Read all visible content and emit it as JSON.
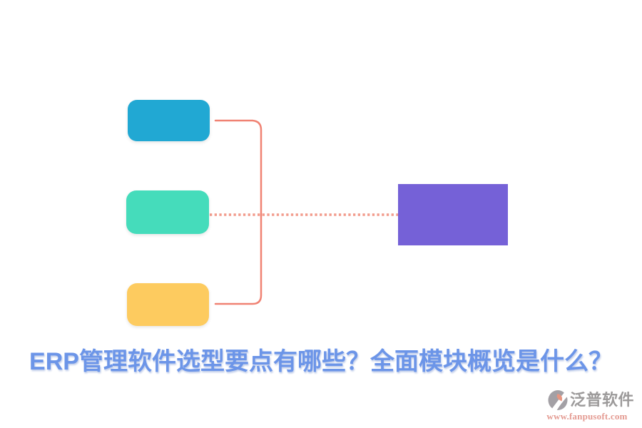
{
  "title": {
    "text": "ERP管理软件选型要点有哪些？全面模块概览是什么？",
    "color": "#6C95E8"
  },
  "diagram": {
    "nodes": [
      {
        "name": "top-blue-node",
        "color": "#21A8D3"
      },
      {
        "name": "middle-teal-node",
        "color": "#45DCBB"
      },
      {
        "name": "bottom-yellow-node",
        "color": "#FDCB5F"
      },
      {
        "name": "right-purple-node",
        "color": "#7561D7"
      }
    ],
    "connector_color": "#F08273",
    "dotted_connector_color": "#F29B8C"
  },
  "footer_logo": {
    "icon_name": "fanpu-circle-logo-icon",
    "brand": "泛普软件",
    "url": "www.fanpusoft.com",
    "brand_color": "#9C9A9A",
    "url_color": "#E49B92",
    "icon_gray": "#A3A0A5",
    "icon_accent": "#E89580"
  }
}
